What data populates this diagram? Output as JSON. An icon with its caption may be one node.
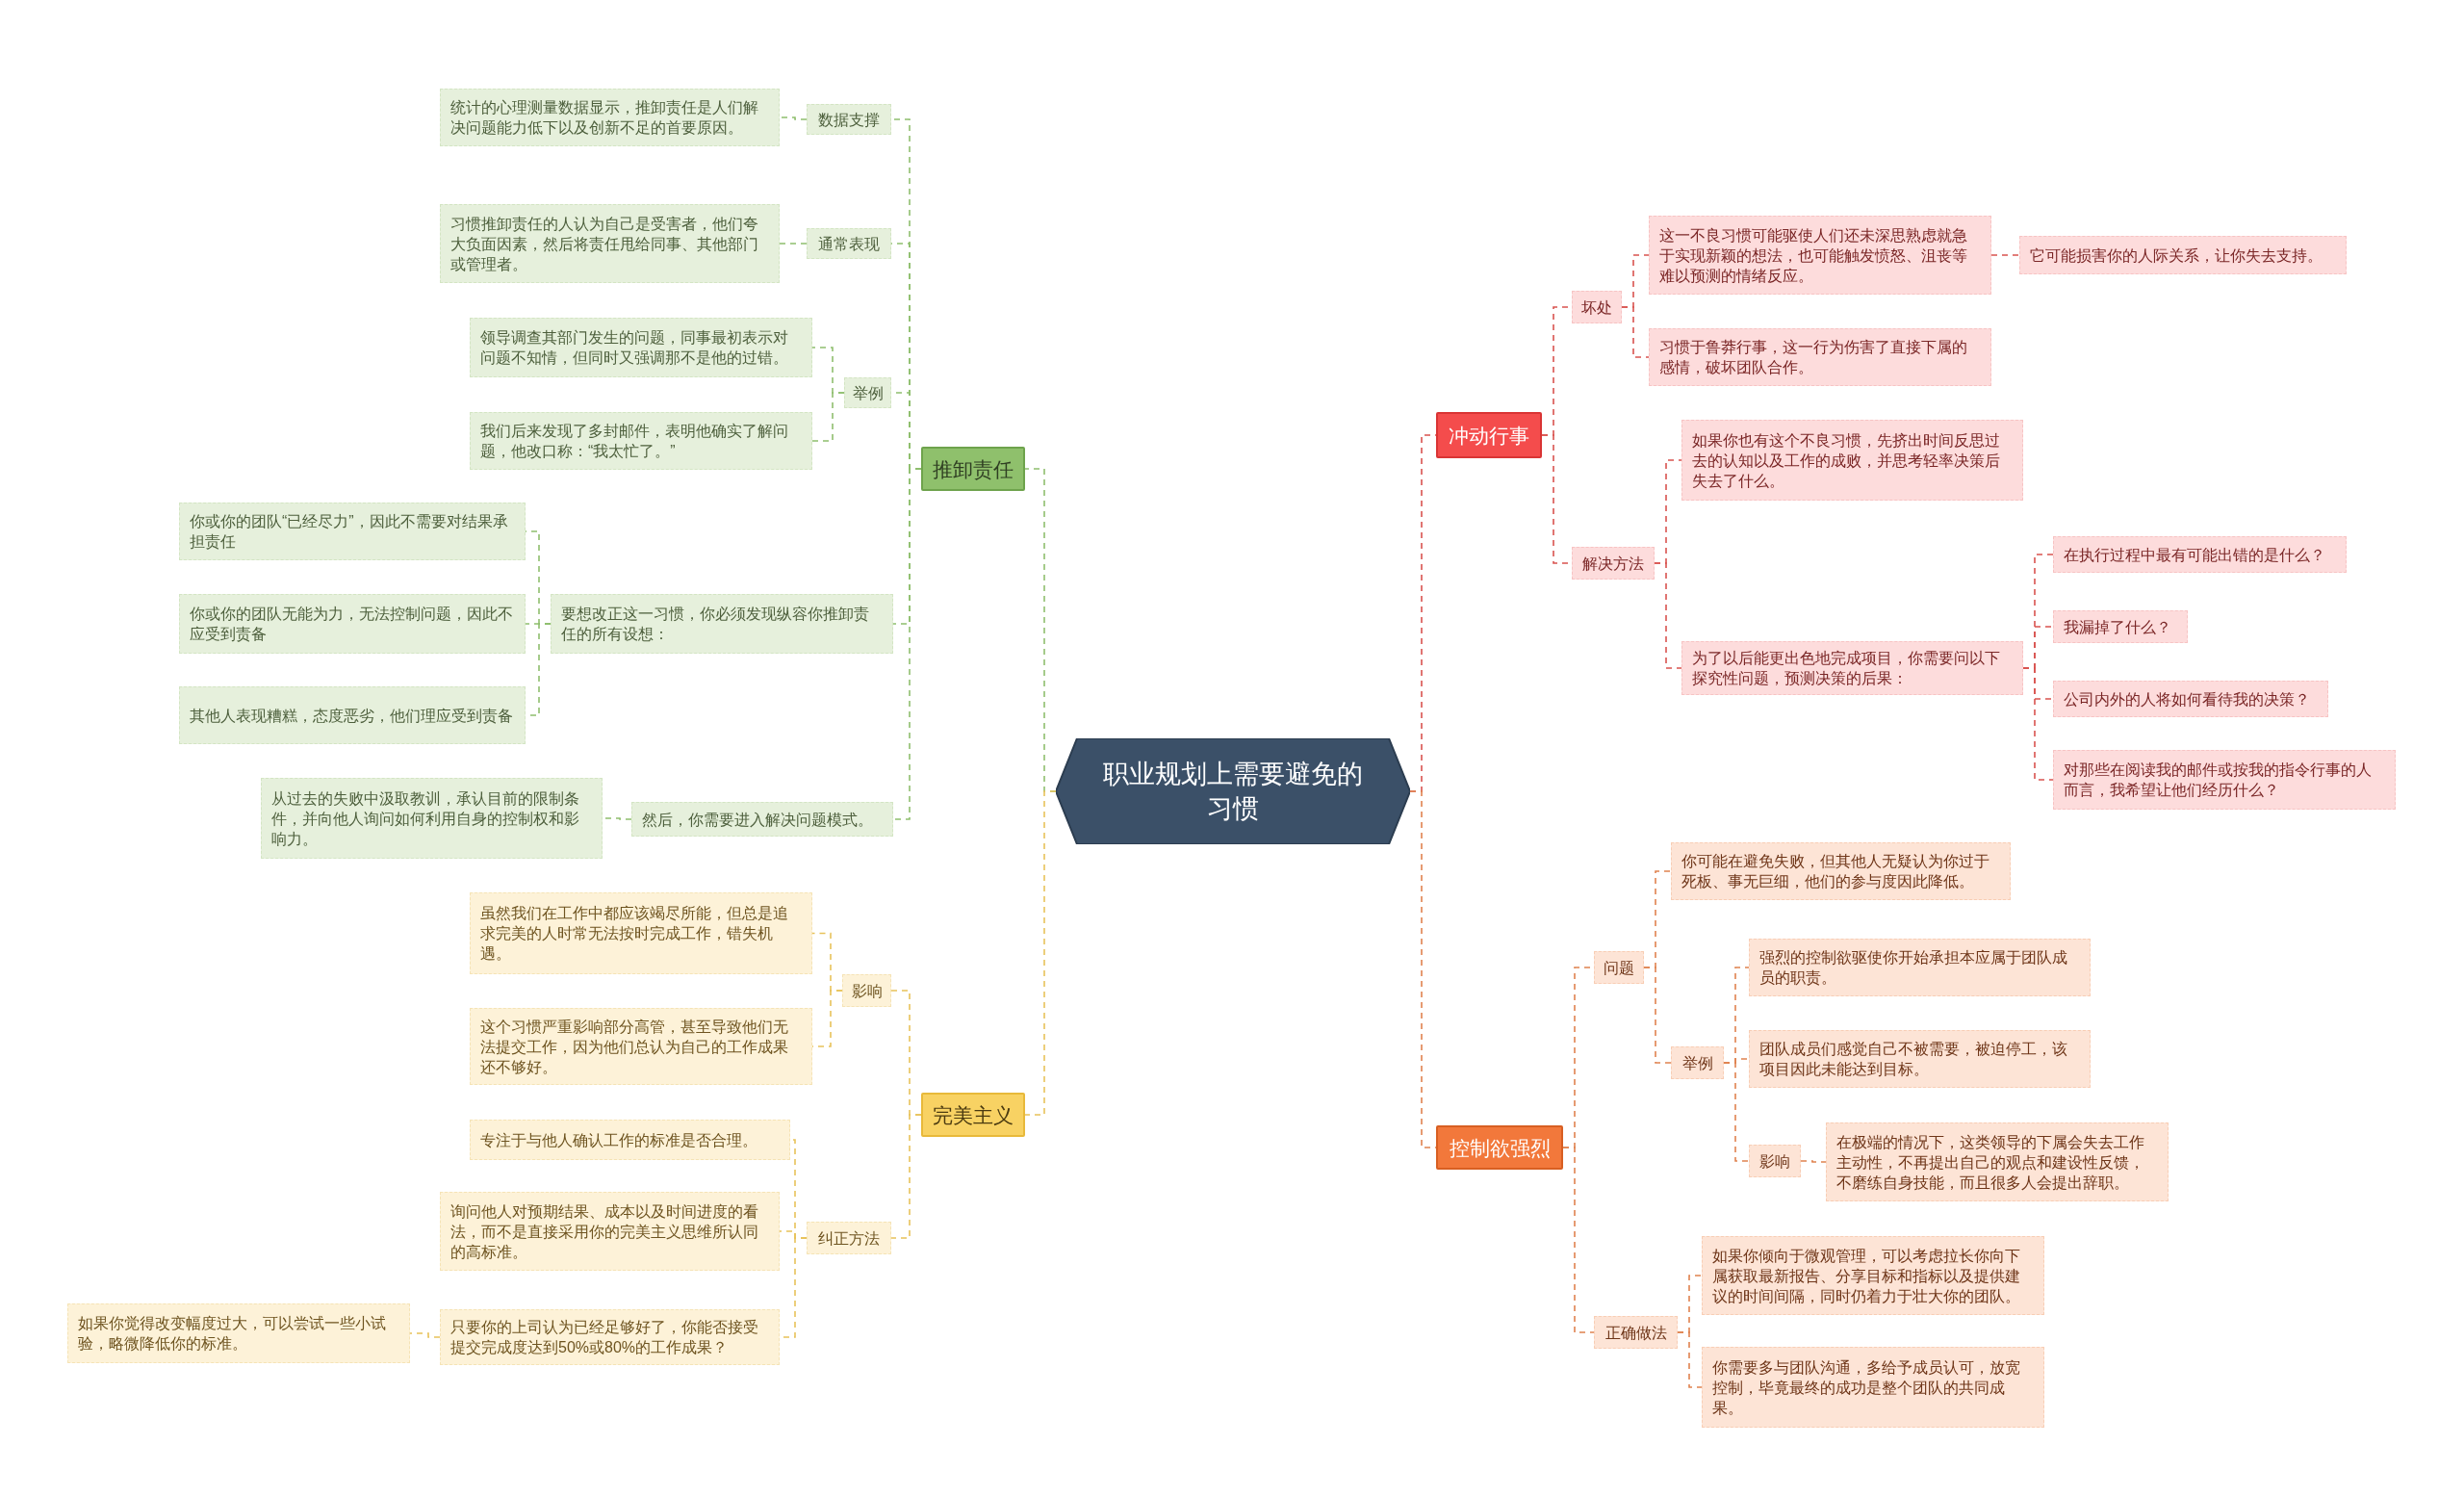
{
  "diagram": {
    "nodes": [
      {
        "text": [
          "职业规划上需要避免的习惯"
        ]
      },
      {
        "text": [
          "推卸责任"
        ]
      },
      {
        "text": [
          "完美主义"
        ]
      },
      {
        "text": [
          "冲动行事"
        ]
      },
      {
        "text": [
          "控制欲强烈"
        ]
      },
      {
        "text": [
          "数据支撑"
        ]
      },
      {
        "text": [
          "统计的心理测量数据显示，推卸责任是人们解决问题能力低下以及创新不足的首要原因。"
        ]
      },
      {
        "text": [
          "通常表现"
        ]
      },
      {
        "text": [
          "习惯推卸责任的人认为自己是受害者，他们夸大负面因素，然后将责任甩给同事、其他部门或管理者。"
        ]
      },
      {
        "text": [
          "举例"
        ]
      },
      {
        "text": [
          "领导调查其部门发生的问题，同事最初表示对问题不知情，但同时又强调那不是他的过错。"
        ]
      },
      {
        "text": [
          "我们后来发现了多封邮件，表明他确实了解问题，他改口称：“我太忙了。”"
        ]
      },
      {
        "text": [
          "要想改正这一习惯，你必须发现纵容你推卸责任的所有设想："
        ]
      },
      {
        "text": [
          "你或你的团队“已经尽力”，因此不需要对结果承担责任"
        ]
      },
      {
        "text": [
          "你或你的团队无能为力，无法控制问题，因此不应受到责备"
        ]
      },
      {
        "text": [
          "其他人表现糟糕，态度恶劣，他们理应受到责备"
        ]
      },
      {
        "text": [
          "然后，你需要进入解决问题模式。"
        ]
      },
      {
        "text": [
          "从过去的失败中汲取教训，承认目前的限制条件，并向他人询问如何利用自身的控制权和影响力。"
        ]
      },
      {
        "text": [
          "影响"
        ]
      },
      {
        "text": [
          "虽然我们在工作中都应该竭尽所能，但总是追求完美的人时常无法按时完成工作，错失机遇。"
        ]
      },
      {
        "text": [
          "这个习惯严重影响部分高管，甚至导致他们无法提交工作，因为他们总认为自己的工作成果还不够好。"
        ]
      },
      {
        "text": [
          "纠正方法"
        ]
      },
      {
        "text": [
          "专注于与他人确认工作的标准是否合理。"
        ]
      },
      {
        "text": [
          "询问他人对预期结果、成本以及时间进度的看法，而不是直接采用你的完美主义思维所认同的高标准。"
        ]
      },
      {
        "text": [
          "只要你的上司认为已经足够好了，你能否接受提交完成度达到50%或80%的工作成果？"
        ]
      },
      {
        "text": [
          "如果你觉得改变幅度过大，可以尝试一些小试验，略微降低你的标准。"
        ]
      },
      {
        "text": [
          "坏处"
        ]
      },
      {
        "text": [
          "这一不良习惯可能驱使人们还未深思熟虑就急于实现新颖的想法，也可能触发愤怒、沮丧等难以预测的情绪反应。"
        ]
      },
      {
        "text": [
          "它可能损害你的人际关系，让你失去支持。"
        ]
      },
      {
        "text": [
          "习惯于鲁莽行事，这一行为伤害了直接下属的感情，破坏团队合作。"
        ]
      },
      {
        "text": [
          "解决方法"
        ]
      },
      {
        "text": [
          "如果你也有这个不良习惯，先挤出时间反思过去的认知以及工作的成败，并思考轻率决策后失去了什么。"
        ]
      },
      {
        "text": [
          "为了以后能更出色地完成项目，你需要问以下探究性问题，预测决策的后果："
        ]
      },
      {
        "text": [
          "在执行过程中最有可能出错的是什么？"
        ]
      },
      {
        "text": [
          "我漏掉了什么？"
        ]
      },
      {
        "text": [
          "公司内外的人将如何看待我的决策？"
        ]
      },
      {
        "text": [
          "对那些在阅读我的邮件或按我的指令行事的人而言，我希望让他们经历什么？"
        ]
      },
      {
        "text": [
          "问题"
        ]
      },
      {
        "text": [
          "你可能在避免失败，但其他人无疑认为你过于死板、事无巨细，他们的参与度因此降低。"
        ]
      },
      {
        "text": [
          "举例"
        ]
      },
      {
        "text": [
          "强烈的控制欲驱使你开始承担本应属于团队成员的职责。"
        ]
      },
      {
        "text": [
          "团队成员们感觉自己不被需要，被迫停工，该项目因此未能达到目标。"
        ]
      },
      {
        "text": [
          "影响"
        ]
      },
      {
        "text": [
          "在极端的情况下，这类领导的下属会失去工作主动性，不再提出自己的观点和建设性反馈，不磨练自身技能，而且很多人会提出辞职。"
        ]
      },
      {
        "text": [
          "正确做法"
        ]
      },
      {
        "text": [
          "如果你倾向于微观管理，可以考虑拉长你向下属获取最新报告、分享目标和指标以及提供建议的时间间隔，同时仍着力于壮大你的团队。"
        ]
      },
      {
        "text": [
          "你需要多与团队沟通，多给予成员认可，放宽控制，毕竟最终的成功是整个团队的共同成果。"
        ]
      }
    ],
    "edges": [
      {
        "from": 0,
        "to": 1,
        "arrow": "none",
        "style": "dashed",
        "color": "#8fbf6e"
      },
      {
        "from": 0,
        "to": 2,
        "arrow": "none",
        "style": "dashed",
        "color": "#e8c25a"
      },
      {
        "from": 0,
        "to": 3,
        "arrow": "none",
        "style": "dashed",
        "color": "#d9534f"
      },
      {
        "from": 0,
        "to": 4,
        "arrow": "none",
        "style": "dashed",
        "color": "#e0824f"
      },
      {
        "from": 1,
        "to": 5,
        "arrow": "none",
        "style": "dashed",
        "color": "#8fbf6e"
      },
      {
        "from": 5,
        "to": 6,
        "arrow": "none",
        "style": "dashed",
        "color": "#8fbf6e"
      },
      {
        "from": 1,
        "to": 7,
        "arrow": "none",
        "style": "dashed",
        "color": "#8fbf6e"
      },
      {
        "from": 7,
        "to": 8,
        "arrow": "none",
        "style": "dashed",
        "color": "#8fbf6e"
      },
      {
        "from": 1,
        "to": 9,
        "arrow": "none",
        "style": "dashed",
        "color": "#8fbf6e"
      },
      {
        "from": 9,
        "to": 10,
        "arrow": "none",
        "style": "dashed",
        "color": "#8fbf6e"
      },
      {
        "from": 9,
        "to": 11,
        "arrow": "none",
        "style": "dashed",
        "color": "#8fbf6e"
      },
      {
        "from": 1,
        "to": 12,
        "arrow": "none",
        "style": "dashed",
        "color": "#8fbf6e"
      },
      {
        "from": 12,
        "to": 13,
        "arrow": "none",
        "style": "dashed",
        "color": "#8fbf6e"
      },
      {
        "from": 12,
        "to": 14,
        "arrow": "none",
        "style": "dashed",
        "color": "#8fbf6e"
      },
      {
        "from": 12,
        "to": 15,
        "arrow": "none",
        "style": "dashed",
        "color": "#8fbf6e"
      },
      {
        "from": 1,
        "to": 16,
        "arrow": "none",
        "style": "dashed",
        "color": "#8fbf6e"
      },
      {
        "from": 16,
        "to": 17,
        "arrow": "none",
        "style": "dashed",
        "color": "#8fbf6e"
      },
      {
        "from": 2,
        "to": 18,
        "arrow": "none",
        "style": "dashed",
        "color": "#e8c25a"
      },
      {
        "from": 18,
        "to": 19,
        "arrow": "none",
        "style": "dashed",
        "color": "#e8c25a"
      },
      {
        "from": 18,
        "to": 20,
        "arrow": "none",
        "style": "dashed",
        "color": "#e8c25a"
      },
      {
        "from": 2,
        "to": 21,
        "arrow": "none",
        "style": "dashed",
        "color": "#e8c25a"
      },
      {
        "from": 21,
        "to": 22,
        "arrow": "none",
        "style": "dashed",
        "color": "#e8c25a"
      },
      {
        "from": 21,
        "to": 23,
        "arrow": "none",
        "style": "dashed",
        "color": "#e8c25a"
      },
      {
        "from": 21,
        "to": 24,
        "arrow": "none",
        "style": "dashed",
        "color": "#e8c25a"
      },
      {
        "from": 24,
        "to": 25,
        "arrow": "none",
        "style": "dashed",
        "color": "#e8c25a"
      },
      {
        "from": 3,
        "to": 26,
        "arrow": "none",
        "style": "dashed",
        "color": "#d9534f"
      },
      {
        "from": 26,
        "to": 27,
        "arrow": "none",
        "style": "dashed",
        "color": "#d9534f"
      },
      {
        "from": 27,
        "to": 28,
        "arrow": "none",
        "style": "dashed",
        "color": "#d9534f"
      },
      {
        "from": 26,
        "to": 29,
        "arrow": "none",
        "style": "dashed",
        "color": "#d9534f"
      },
      {
        "from": 3,
        "to": 30,
        "arrow": "none",
        "style": "dashed",
        "color": "#d9534f"
      },
      {
        "from": 30,
        "to": 31,
        "arrow": "none",
        "style": "dashed",
        "color": "#d9534f"
      },
      {
        "from": 30,
        "to": 32,
        "arrow": "none",
        "style": "dashed",
        "color": "#d9534f"
      },
      {
        "from": 32,
        "to": 33,
        "arrow": "none",
        "style": "dashed",
        "color": "#d9534f"
      },
      {
        "from": 32,
        "to": 34,
        "arrow": "none",
        "style": "dashed",
        "color": "#d9534f"
      },
      {
        "from": 32,
        "to": 35,
        "arrow": "none",
        "style": "dashed",
        "color": "#d9534f"
      },
      {
        "from": 32,
        "to": 36,
        "arrow": "none",
        "style": "dashed",
        "color": "#d9534f"
      },
      {
        "from": 4,
        "to": 37,
        "arrow": "none",
        "style": "dashed",
        "color": "#e0824f"
      },
      {
        "from": 37,
        "to": 38,
        "arrow": "none",
        "style": "dashed",
        "color": "#e0824f"
      },
      {
        "from": 37,
        "to": 39,
        "arrow": "none",
        "style": "dashed",
        "color": "#e0824f"
      },
      {
        "from": 39,
        "to": 40,
        "arrow": "none",
        "style": "dashed",
        "color": "#e0824f"
      },
      {
        "from": 39,
        "to": 41,
        "arrow": "none",
        "style": "dashed",
        "color": "#e0824f"
      },
      {
        "from": 39,
        "to": 42,
        "arrow": "none",
        "style": "dashed",
        "color": "#e0824f"
      },
      {
        "from": 42,
        "to": 43,
        "arrow": "none",
        "style": "dashed",
        "color": "#e0824f"
      },
      {
        "from": 4,
        "to": 44,
        "arrow": "none",
        "style": "dashed",
        "color": "#e0824f"
      },
      {
        "from": 44,
        "to": 45,
        "arrow": "none",
        "style": "dashed",
        "color": "#e0824f"
      },
      {
        "from": 44,
        "to": 46,
        "arrow": "none",
        "style": "dashed",
        "color": "#e0824f"
      }
    ]
  }
}
